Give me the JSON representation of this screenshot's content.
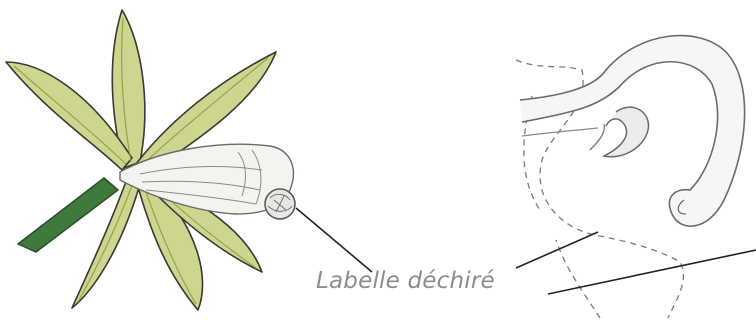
{
  "annotation": {
    "label": "Labelle déchiré"
  },
  "colors": {
    "petal_fill": "#cdd58f",
    "petal_vein": "#8f9b3b",
    "petal_outline": "#3a3a32",
    "stem": "#3d7a3c",
    "pencil": "#6b6b6b",
    "dashed": "#7a7a7a",
    "leader_line": "#222222",
    "label_text": "#8c8c8c"
  },
  "icons": [
    "orchid-flower-drawing",
    "torn-labellum-detail-drawing"
  ]
}
